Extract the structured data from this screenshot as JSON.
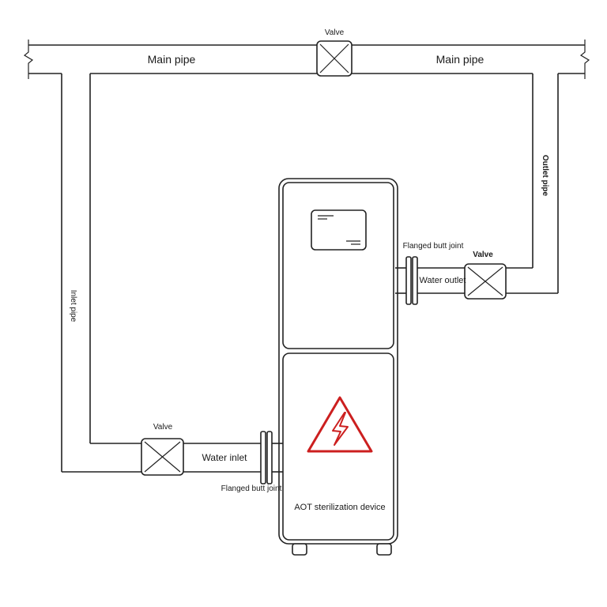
{
  "labels": {
    "main_pipe_left": "Main pipe",
    "main_pipe_right": "Main pipe",
    "valve_top": "Valve",
    "valve_right": "Valve",
    "valve_bottom": "Valve",
    "outlet_pipe": "Outlet pipe",
    "inlet_pipe": "Inlet pipe",
    "water_outlet": "Water outlet",
    "water_inlet": "Water inlet",
    "flanged_joint_top": "Flanged butt joint",
    "flanged_joint_bottom": "Flanged butt joint",
    "device": "AOT sterilization device"
  },
  "colors": {
    "line": "#222222",
    "warning": "#cc1f1f"
  },
  "icons": {
    "valve": "valve-icon",
    "flange": "flange-icon",
    "warning": "high-voltage-warning-icon",
    "display": "display-screen-icon"
  }
}
